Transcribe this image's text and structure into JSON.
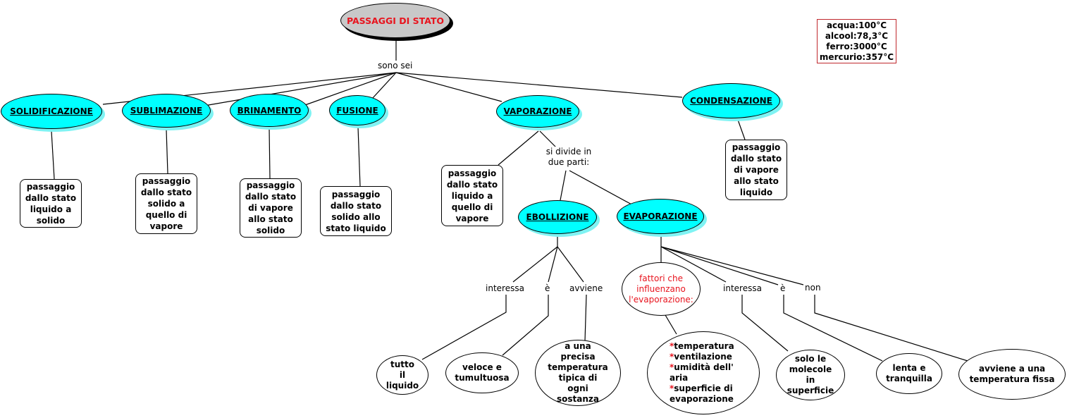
{
  "root": {
    "label": "PASSAGGI DI STATO"
  },
  "root_link": "sono sei",
  "temperatures": [
    "acqua:100°C",
    "alcool:78,3°C",
    "ferro:3000°C",
    "mercurio:357°C"
  ],
  "states": [
    {
      "name": "SOLIDIFICAZIONE",
      "definition": "passaggio dallo stato liquido a solido"
    },
    {
      "name": "SUBLIMAZIONE",
      "definition": "passaggio dallo stato solido a quello di vapore"
    },
    {
      "name": "BRINAMENTO",
      "definition": "passaggio dallo stato di vapore allo stato solido"
    },
    {
      "name": "FUSIONE",
      "definition": "passaggio dallo stato solido allo stato liquido"
    },
    {
      "name": "VAPORAZIONE",
      "definition": "passaggio dallo stato liquido a quello di vapore"
    },
    {
      "name": "CONDENSAZIONE",
      "definition": "passaggio dallo stato di vapore allo stato liquido"
    }
  ],
  "vaporazione_link": "si divide in due parti:",
  "ebollizione": {
    "name": "EBOLLIZIONE",
    "links": [
      {
        "label": "interessa",
        "target": "tutto il liquido"
      },
      {
        "label": "è",
        "target": "veloce e tumultuosa"
      },
      {
        "label": "avviene",
        "target": "a una precisa temperatura tipica di ogni sostanza"
      }
    ]
  },
  "evaporazione": {
    "name": "EVAPORAZIONE",
    "factors_title": "fattori che influenzano l'evaporazione:",
    "factors": [
      "temperatura",
      "ventilazione",
      "umidità dell' aria",
      "superficie di evaporazione"
    ],
    "factor_bullet": "*",
    "links": [
      {
        "label": "interessa",
        "target": "solo le molecole in superficie"
      },
      {
        "label": "è",
        "target": "lenta e tranquilla"
      },
      {
        "label": "non",
        "target": "avviene a una temperatura fissa"
      }
    ]
  },
  "colors": {
    "concept": "#00ffff",
    "root": "#c8c8c8",
    "accent_red": "#e8141e",
    "temps_border": "#c0282d"
  }
}
